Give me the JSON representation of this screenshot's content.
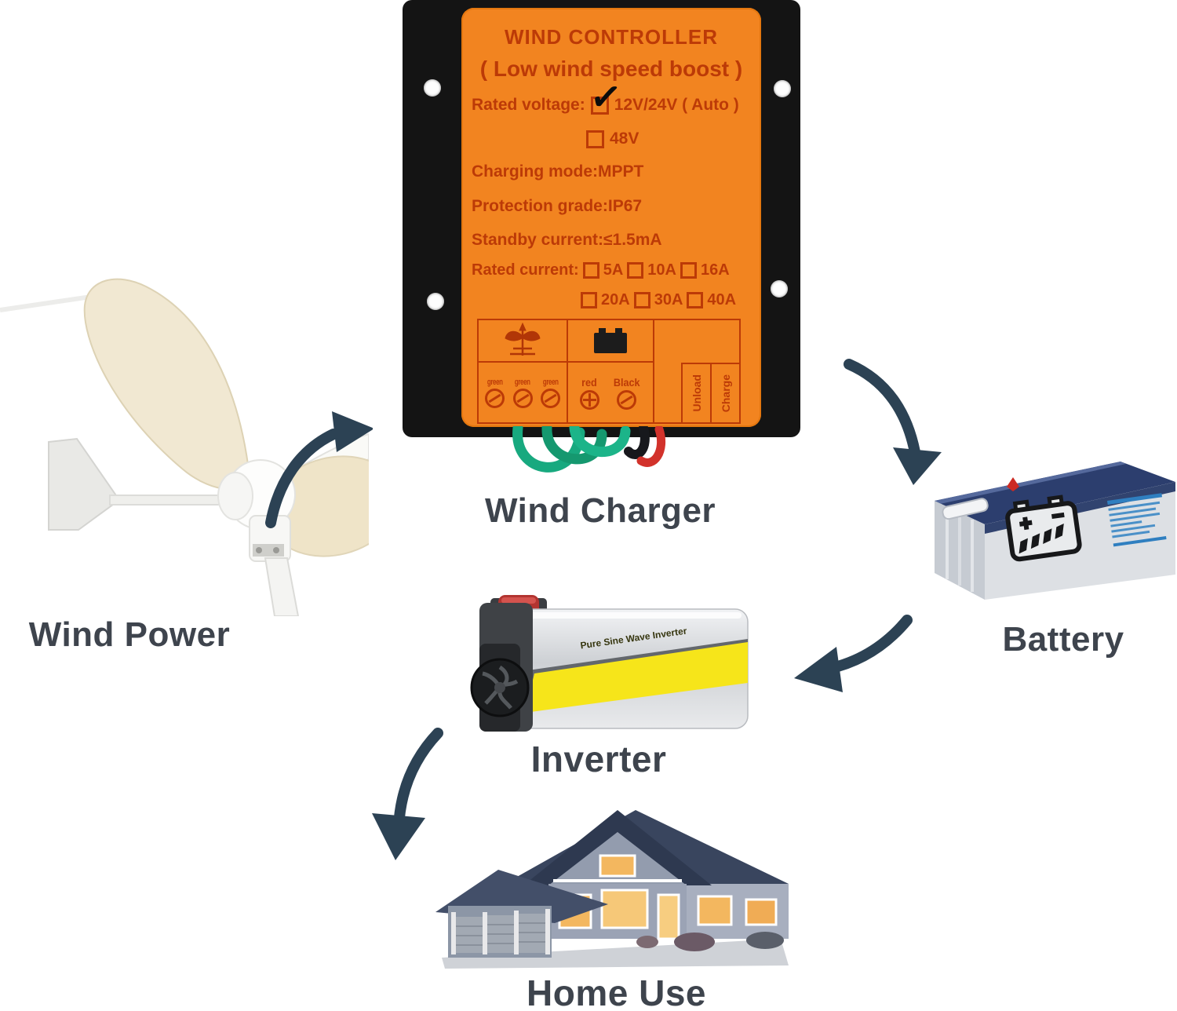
{
  "controller": {
    "title": "WIND CONTROLLER",
    "subtitle": "( Low wind speed boost )",
    "rated_voltage_label": "Rated voltage:",
    "voltage_option_1": "12V/24V ( Auto )",
    "voltage_option_1_checked": true,
    "voltage_option_2": "48V",
    "charging_mode": "Charging mode:MPPT",
    "protection_grade": "Protection grade:IP67",
    "standby_current": "Standby current:≤1.5mA",
    "rated_current_label": "Rated current:",
    "rated_current_row1": [
      "5A",
      "10A",
      "16A"
    ],
    "rated_current_row2": [
      "20A",
      "30A",
      "40A"
    ],
    "terminals": {
      "turbine_labels": [
        "green",
        "green",
        "green"
      ],
      "battery_labels": [
        "red",
        "Black"
      ],
      "side_labels": [
        "Unload",
        "Charge"
      ]
    }
  },
  "captions": {
    "wind_power": "Wind Power",
    "wind_charger": "Wind Charger",
    "battery": "Battery",
    "inverter": "Inverter",
    "home_use": "Home Use"
  },
  "inverter_label": {
    "line1": "Pure Sine Wave Inverter"
  },
  "colors": {
    "label_orange": "#f28420",
    "label_text": "#bc3a07",
    "arrow": "#2c4254",
    "caption_text": "#3e444d",
    "wire_green": "#18a97f",
    "wire_red": "#d2322b",
    "battery_top_navy": "#2c3e6e",
    "inverter_yellow": "#f6e51a"
  }
}
